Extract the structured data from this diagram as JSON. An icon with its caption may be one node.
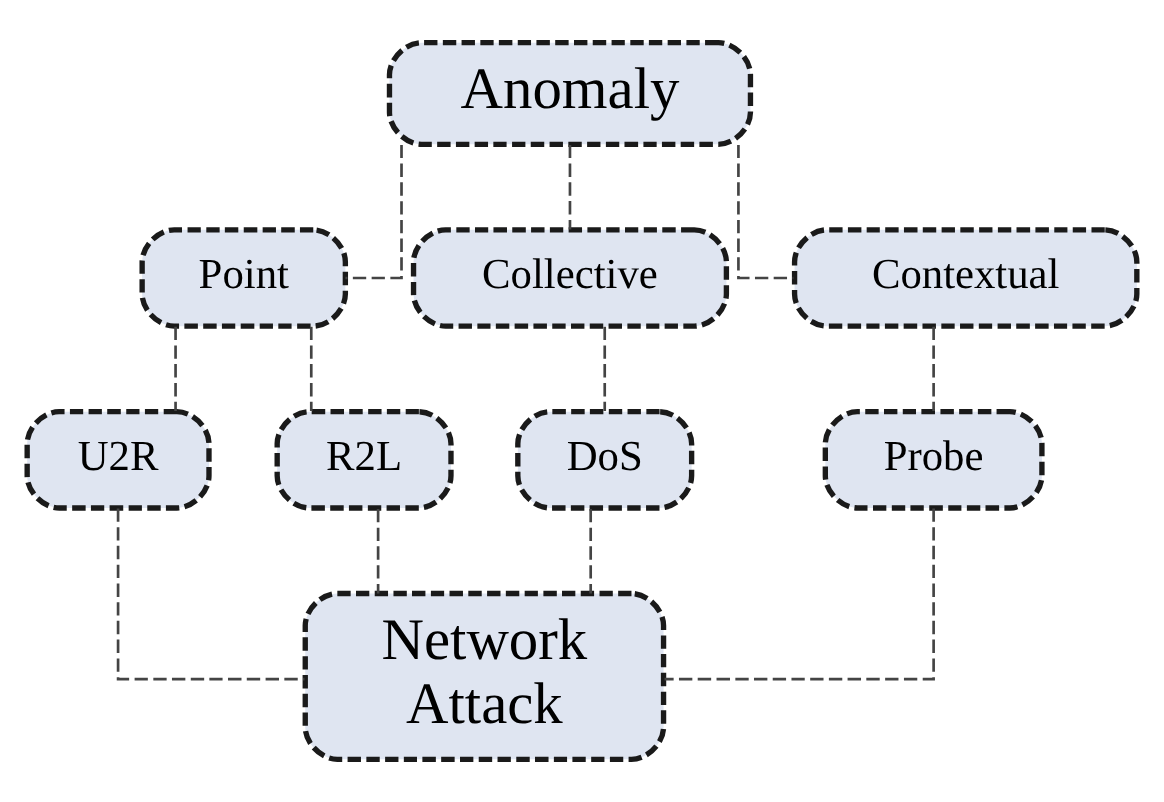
{
  "diagram": {
    "nodes": [
      {
        "text": [
          "Anomaly"
        ]
      },
      {
        "text": [
          "Point"
        ]
      },
      {
        "text": [
          "Collective"
        ]
      },
      {
        "text": [
          "Contextual"
        ]
      },
      {
        "text": [
          "U2R"
        ]
      },
      {
        "text": [
          "R2L"
        ]
      },
      {
        "text": [
          "DoS"
        ]
      },
      {
        "text": [
          "Probe"
        ]
      },
      {
        "text": [
          "Network Attack"
        ]
      }
    ],
    "edges": [
      {
        "from": 0,
        "to": 1,
        "arrow": "none",
        "style": "dashed"
      },
      {
        "from": 0,
        "to": 2,
        "arrow": "none",
        "style": "dashed"
      },
      {
        "from": 0,
        "to": 3,
        "arrow": "none",
        "style": "dashed"
      },
      {
        "from": 1,
        "to": 4,
        "arrow": "none",
        "style": "dashed"
      },
      {
        "from": 1,
        "to": 5,
        "arrow": "none",
        "style": "dashed"
      },
      {
        "from": 2,
        "to": 6,
        "arrow": "none",
        "style": "dashed"
      },
      {
        "from": 3,
        "to": 7,
        "arrow": "none",
        "style": "dashed"
      },
      {
        "from": 4,
        "to": 8,
        "arrow": "none",
        "style": "dashed"
      },
      {
        "from": 5,
        "to": 8,
        "arrow": "none",
        "style": "dashed"
      },
      {
        "from": 6,
        "to": 8,
        "arrow": "none",
        "style": "dashed"
      },
      {
        "from": 7,
        "to": 8,
        "arrow": "none",
        "style": "dashed"
      }
    ]
  }
}
